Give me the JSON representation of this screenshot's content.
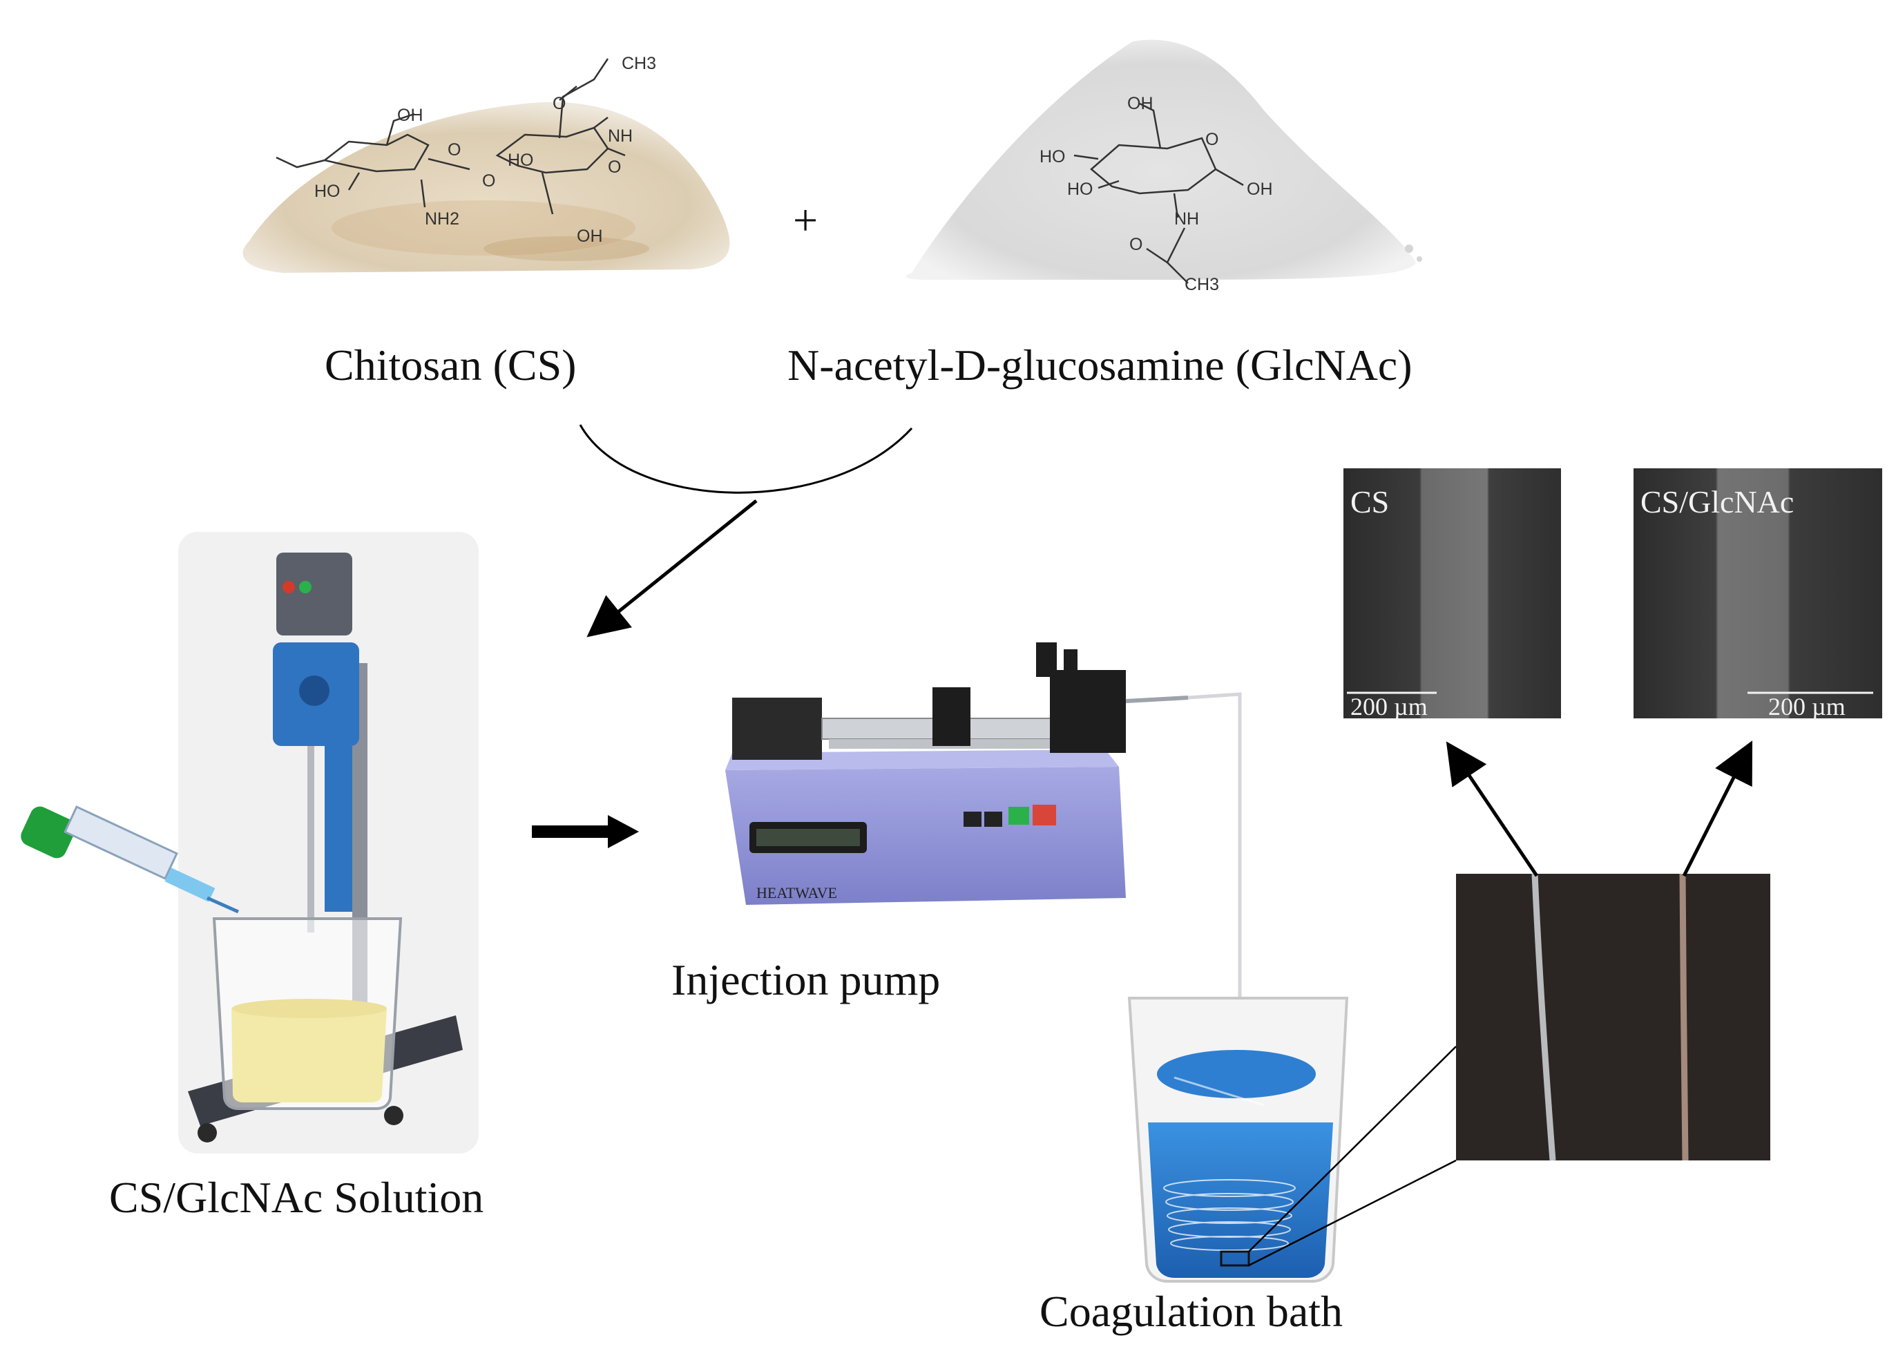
{
  "materials": {
    "chitosan_label": "Chitosan (CS)",
    "plus": "+",
    "glcnac_label": "N-acetyl-D-glucosamine (GlcNAc)"
  },
  "structure_chitosan": {
    "ch3": "CH3",
    "o1": "O",
    "nh": "NH",
    "oh_top": "OH",
    "ho_left": "HO",
    "ho_mid": "HO",
    "o_ring1": "O",
    "o_ring2": "O",
    "o_link": "O",
    "nh2": "NH2",
    "oh_bottom": "OH"
  },
  "structure_glcnac": {
    "oh_top": "OH",
    "ho1": "HO",
    "ho2": "HO",
    "o_ring": "O",
    "oh_right": "OH",
    "nh": "NH",
    "o": "O",
    "ch3": "CH3"
  },
  "steps": {
    "solution_label": "CS/GlcNAc Solution",
    "pump_label": "Injection pump",
    "bath_label": "Coagulation bath"
  },
  "pump_brand": "HEATWAVE",
  "sem": {
    "left_label": "CS",
    "right_label": "CS/GlcNAc",
    "scale_left": "200 µm",
    "scale_right": "200 µm"
  },
  "colors": {
    "beaker_liquid": "#f3eaa9",
    "bath_blue": "#2e7fd1",
    "pump_body": "#8c8fd6",
    "stirrer_blue": "#2f74c0",
    "syringe_green": "#1f9e3a",
    "sem_bg": "#3a3a3a",
    "fiber_photo_bg": "#2b2624"
  }
}
